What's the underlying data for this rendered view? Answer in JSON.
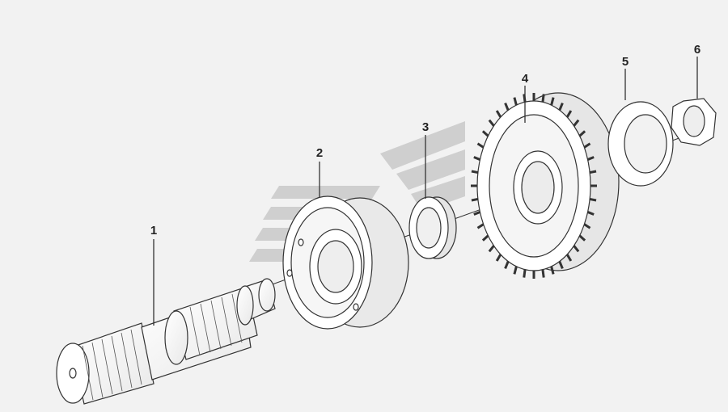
{
  "diagram": {
    "parts": [
      {
        "number": "1",
        "name": "splined-shaft"
      },
      {
        "number": "2",
        "name": "synchronizer-hub-ring"
      },
      {
        "number": "3",
        "name": "splined-sleeve"
      },
      {
        "number": "4",
        "name": "gear"
      },
      {
        "number": "5",
        "name": "washer"
      },
      {
        "number": "6",
        "name": "nut"
      }
    ],
    "colors": {
      "background": "#f2f2f2",
      "line": "#333333",
      "watermark": "#c8c8c8"
    }
  }
}
